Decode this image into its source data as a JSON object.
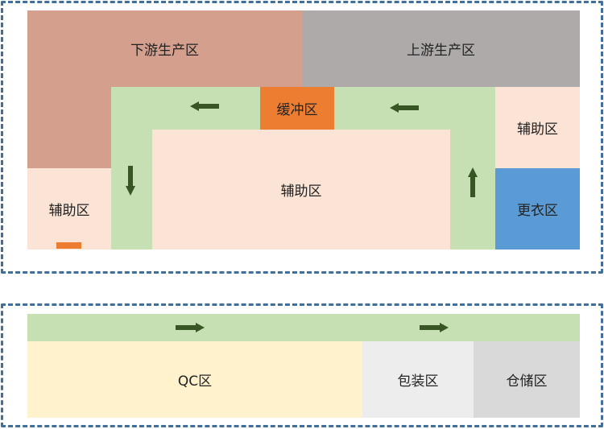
{
  "colors": {
    "downstream": "#d49f8c",
    "upstream": "#afaaaa",
    "corridor": "#c6e0b4",
    "buffer": "#ed7d31",
    "auxiliary": "#fbe4d5",
    "changing": "#5b9bd5",
    "qc": "#fff2cc",
    "packaging": "#ededed",
    "storage": "#d9d9d9",
    "border": "#3f6f9a",
    "arrow": "#375623"
  },
  "top_section": {
    "downstream_label": "下游生产区",
    "upstream_label": "上游生产区",
    "buffer_label": "缓冲区",
    "aux_right_label": "辅助区",
    "aux_center_label": "辅助区",
    "aux_left_label": "辅助区",
    "changing_label": "更衣区"
  },
  "bottom_section": {
    "qc_label": "QC区",
    "packaging_label": "包装区",
    "storage_label": "仓储区"
  }
}
